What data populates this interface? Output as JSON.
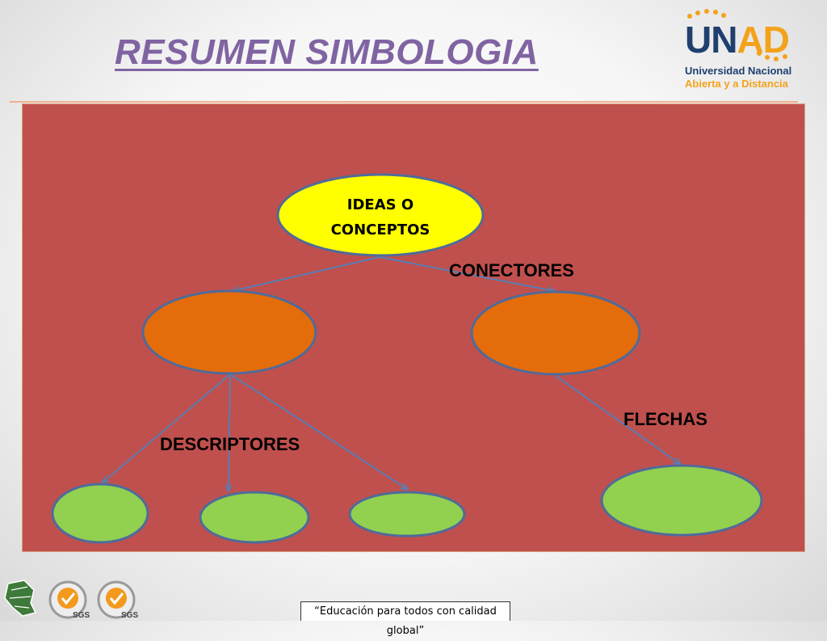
{
  "title": "RESUMEN SIMBOLOGIA",
  "logo": {
    "word_a": "UN",
    "word_b": "AD",
    "line1": "Universidad Nacional",
    "line2": "Abierta y a Distancia"
  },
  "diagram": {
    "root": {
      "line1": "IDEAS O",
      "line2": "CONCEPTOS"
    },
    "labels": {
      "connectors": "CONECTORES",
      "arrows": "FLECHAS",
      "descriptors": "DESCRIPTORES"
    }
  },
  "badges": {
    "sgs1": "SGS",
    "sgs2": "SGS"
  },
  "footer": "“Educación para todos con calidad global”",
  "colors": {
    "panel": "#c0504d",
    "root_fill": "#ffff00",
    "mid_fill": "#e46c0a",
    "leaf_fill": "#92d050",
    "outline": "#4f6b9a",
    "title": "#8064a2"
  }
}
